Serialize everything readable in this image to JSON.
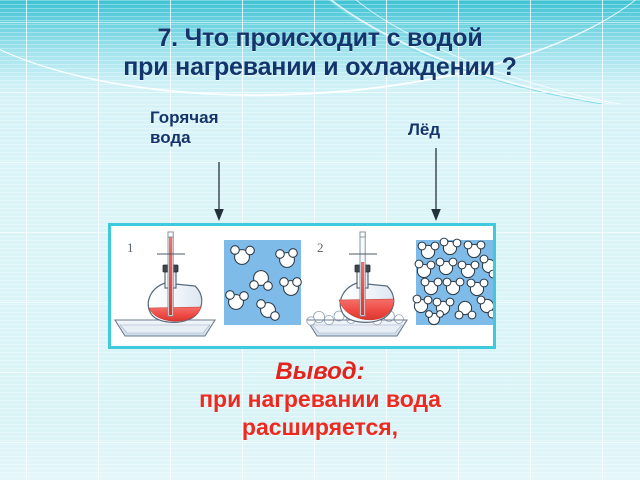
{
  "slide": {
    "title_line1": "7. Что происходит  с водой",
    "title_line2": "при нагревании и охлаждении ?",
    "title_color": "#14356b",
    "background_color": "#d7f3f7",
    "accent_color": "#3fc9dc"
  },
  "callouts": [
    {
      "id": "hot-water",
      "line1": "Горячая",
      "line2": "вода",
      "arrow": "down-arrow"
    },
    {
      "id": "ice",
      "line1": "Лёд",
      "line2": "",
      "arrow": "down-arrow"
    }
  ],
  "figure": {
    "border_color": "#3fc9dc",
    "background_color": "#ffffff",
    "panels": [
      {
        "number": "1",
        "caption_state": "hot-water-flask",
        "flask_liquid_color": "#ef4b4b",
        "tube_column_level": "high",
        "tray_contents": "water",
        "molecule_box_color": "#7fbbe8",
        "molecule_count": 6,
        "molecule_packing": "loose"
      },
      {
        "number": "2",
        "caption_state": "ice-cooled-flask",
        "flask_liquid_color": "#ef4b4b",
        "tube_column_level": "low",
        "tray_contents": "ice",
        "molecule_box_color": "#7fbbe8",
        "molecule_count": 15,
        "molecule_packing": "dense"
      }
    ]
  },
  "conclusion": {
    "heading": "Вывод:",
    "line1": "при нагревании вода",
    "line2": "расширяется,",
    "color": "#ee2a20"
  }
}
